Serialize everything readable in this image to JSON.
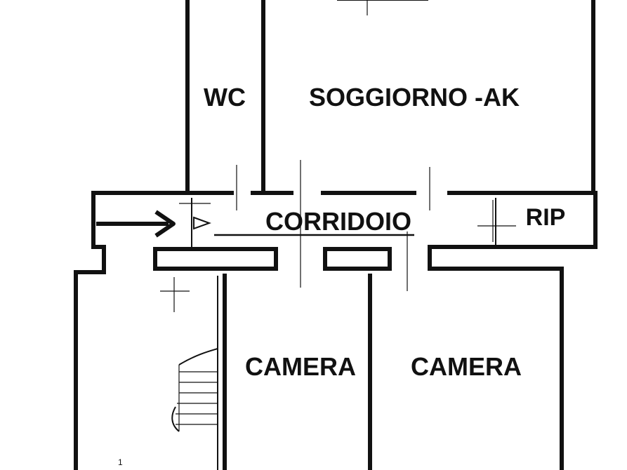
{
  "plan": {
    "rooms": {
      "wc": "WC",
      "soggiorno": "SOGGIORNO -AK",
      "corridoio": "CORRIDOIO",
      "rip": "RIP",
      "camera_left": "CAMERA",
      "camera_right": "CAMERA"
    },
    "stair_mark": "1",
    "colors": {
      "ink": "#111111",
      "paper": "#ffffff"
    },
    "icons": {
      "entrance": "arrow-right-icon"
    }
  }
}
